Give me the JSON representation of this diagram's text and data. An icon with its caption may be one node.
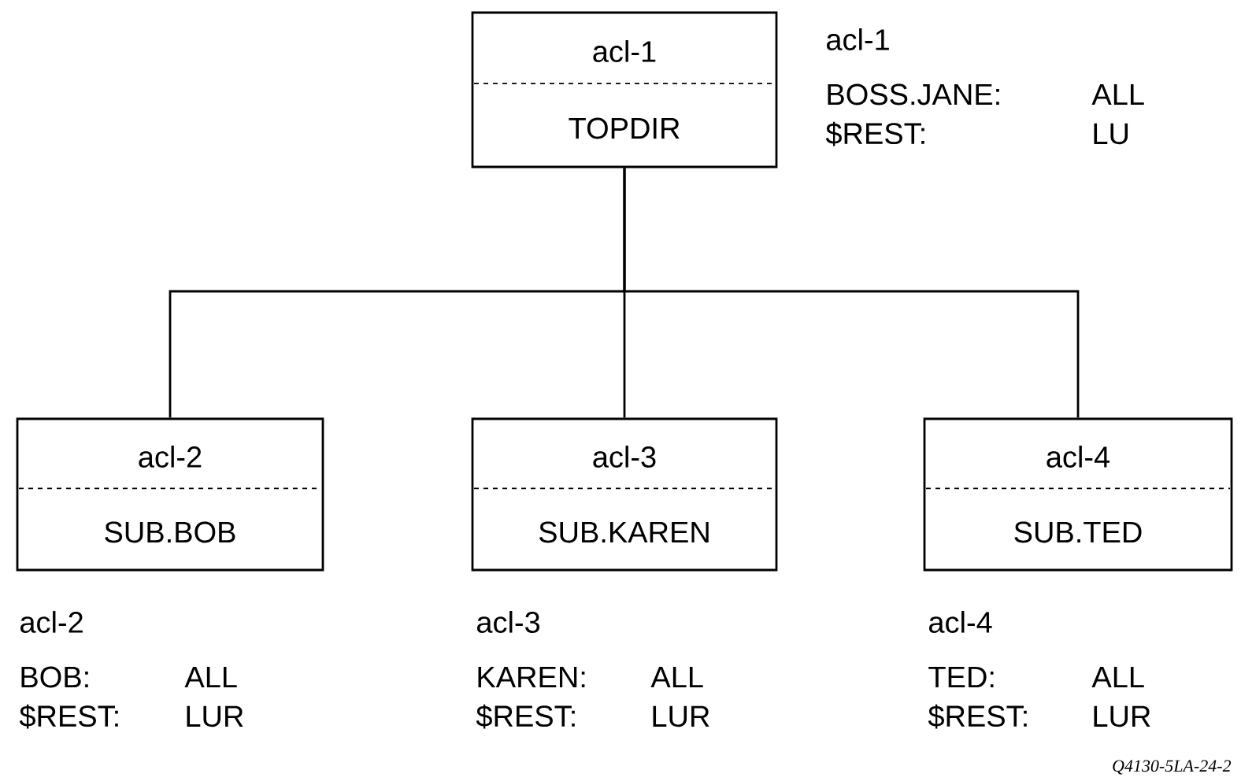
{
  "diagram": {
    "nodes": [
      {
        "text": [
          "acl-1",
          "TOPDIR"
        ],
        "beside": [
          "acl-1",
          "BOSS.JANE:",
          "ALL",
          "$REST:",
          "LU"
        ]
      },
      {
        "text": [
          "acl-2",
          "SUB.BOB"
        ],
        "beside": [
          "acl-2",
          "BOB:",
          "ALL",
          "$REST:",
          "LUR"
        ]
      },
      {
        "text": [
          "acl-3",
          "SUB.KAREN"
        ],
        "beside": [
          "acl-3",
          "KAREN:",
          "ALL",
          "$REST:",
          "LUR"
        ]
      },
      {
        "text": [
          "acl-4",
          "SUB.TED"
        ],
        "beside": [
          "acl-4",
          "TED:",
          "ALL",
          "$REST:",
          "LUR"
        ]
      }
    ],
    "edges": [
      {
        "from": 0,
        "to": 1,
        "arrow": "none"
      },
      {
        "from": 0,
        "to": 2,
        "arrow": "none"
      },
      {
        "from": 0,
        "to": 3,
        "arrow": "none"
      }
    ],
    "labels": [
      "Q4130-5LA-24-2"
    ]
  }
}
